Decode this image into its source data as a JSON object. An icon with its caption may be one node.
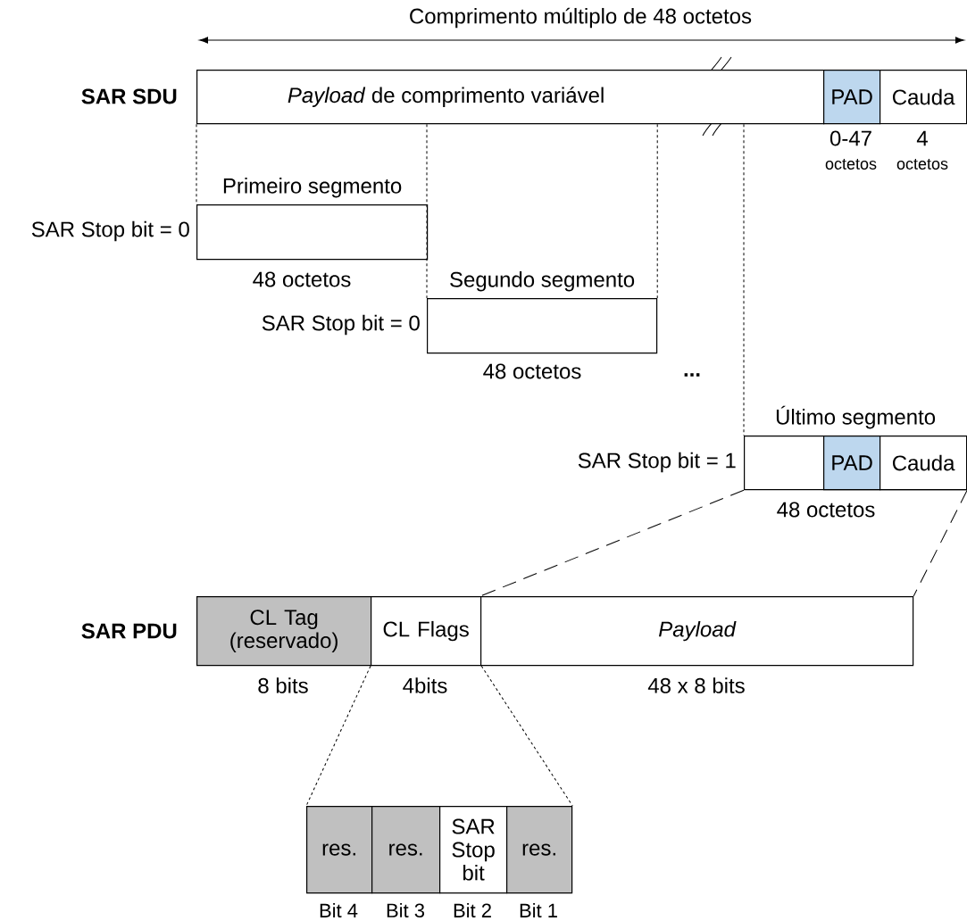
{
  "diagram": {
    "nodes": [
      {
        "text": [
          "*Payload* de comprimento variável"
        ]
      },
      {
        "text": [
          "PAD"
        ],
        "beside": [
          "0-47",
          "octetos"
        ]
      },
      {
        "text": [
          "Cauda"
        ],
        "beside": [
          "4",
          "octetos"
        ]
      },
      {
        "text": [
          "Primeiro segmento"
        ],
        "beside": [
          "SAR Stop bit = 0",
          "48 octetos"
        ]
      },
      {
        "text": [
          "Segundo segmento"
        ],
        "beside": [
          "SAR Stop bit = 0",
          "48 octetos"
        ]
      },
      {
        "text": [
          "Último segmento"
        ],
        "beside": [
          "SAR Stop bit = 1",
          "48 octetos"
        ]
      },
      {
        "text": [
          "PAD"
        ],
        "in": 5
      },
      {
        "text": [
          "Cauda"
        ],
        "in": 5
      },
      {
        "text": [
          "CL Tag (reservado)"
        ],
        "beside": [
          "8 bits"
        ]
      },
      {
        "text": [
          "CL Flags"
        ],
        "beside": [
          "4bits"
        ]
      },
      {
        "text": [
          "Payload"
        ],
        "beside": [
          "48 x 8 bits"
        ]
      },
      {
        "text": [
          "res."
        ],
        "beside": [
          "Bit 4"
        ]
      },
      {
        "text": [
          "res."
        ],
        "beside": [
          "Bit 3"
        ]
      },
      {
        "text": [
          "SAR Stop bit"
        ],
        "beside": [
          "Bit 2"
        ]
      },
      {
        "text": [
          "res."
        ],
        "beside": [
          "Bit 1"
        ]
      }
    ],
    "edges": [
      {
        "from": 0,
        "to": 3,
        "arrow": "none",
        "style": "dashed"
      },
      {
        "from": 0,
        "to": 4,
        "arrow": "none",
        "style": "dashed"
      },
      {
        "from": 0,
        "to": 4,
        "arrow": "none",
        "style": "dashed"
      },
      {
        "from": 0,
        "to": 5,
        "arrow": "none",
        "style": "dashed"
      },
      {
        "from": 5,
        "to": 10,
        "arrow": "none",
        "style": "dashed"
      },
      {
        "from": 5,
        "to": 10,
        "arrow": "none",
        "style": "dashed"
      },
      {
        "from": 9,
        "to": 11,
        "arrow": "none",
        "style": "dashed"
      },
      {
        "from": 9,
        "to": 14,
        "arrow": "none",
        "style": "dashed"
      }
    ],
    "labels": [
      "Comprimento múltiplo de 48 octetos",
      "SAR SDU",
      "...",
      "SAR PDU"
    ]
  }
}
